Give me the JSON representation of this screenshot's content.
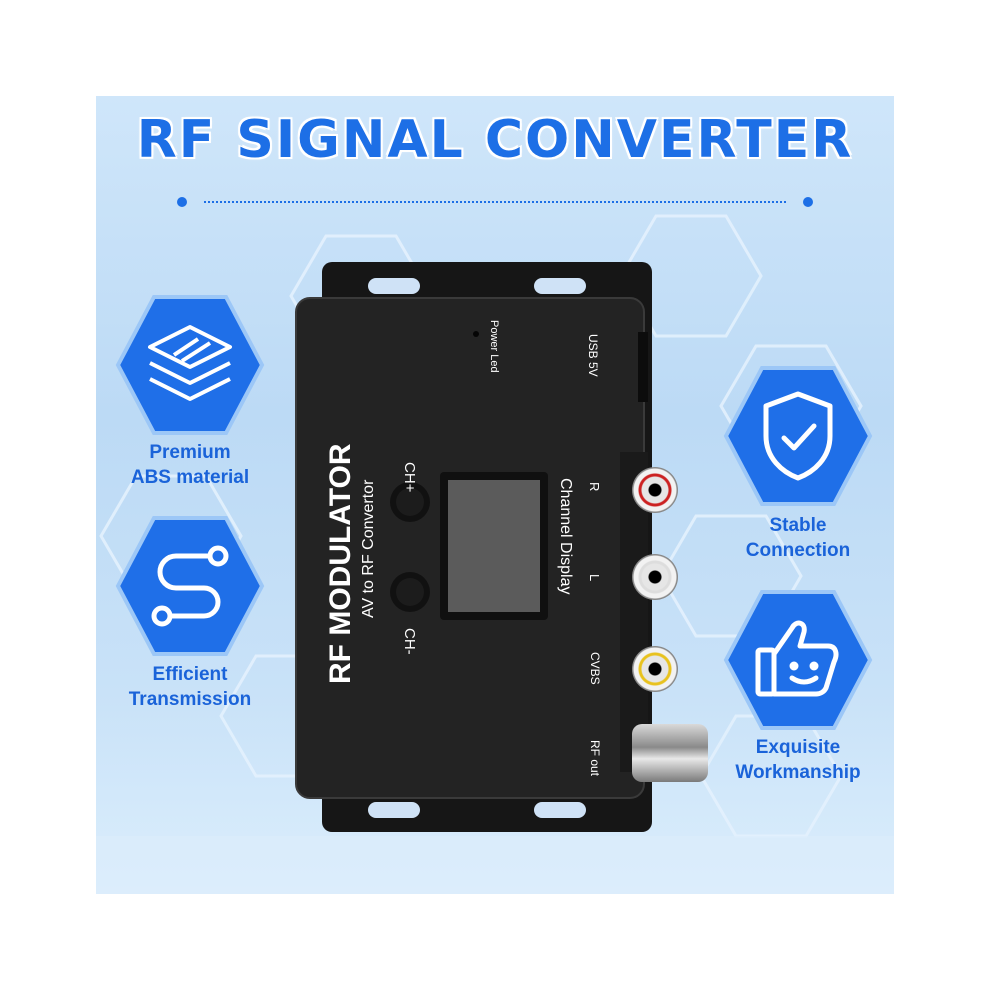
{
  "title": "RF SIGNAL CONVERTER",
  "colors": {
    "accent": "#1d6fe6",
    "background": "#c5e0f8",
    "device": "#1e1e1e"
  },
  "features": [
    {
      "label_line1": "Premium",
      "label_line2": "ABS material",
      "icon": "layers-icon"
    },
    {
      "label_line1": "Efficient",
      "label_line2": "Transmission",
      "icon": "path-icon"
    },
    {
      "label_line1": "Stable",
      "label_line2": "Connection",
      "icon": "shield-check-icon"
    },
    {
      "label_line1": "Exquisite",
      "label_line2": "Workmanship",
      "icon": "thumbs-up-icon"
    }
  ],
  "device": {
    "name": "RF MODULATOR",
    "subtitle": "AV to RF Convertor",
    "power_led": "Power Led",
    "usb": "USB 5V",
    "ch_plus": "CH+",
    "ch_minus": "CH-",
    "channel_display": "Channel Display",
    "port_r": "R",
    "port_l": "L",
    "port_cvbs": "CVBS",
    "port_rf_out": "RF out"
  }
}
